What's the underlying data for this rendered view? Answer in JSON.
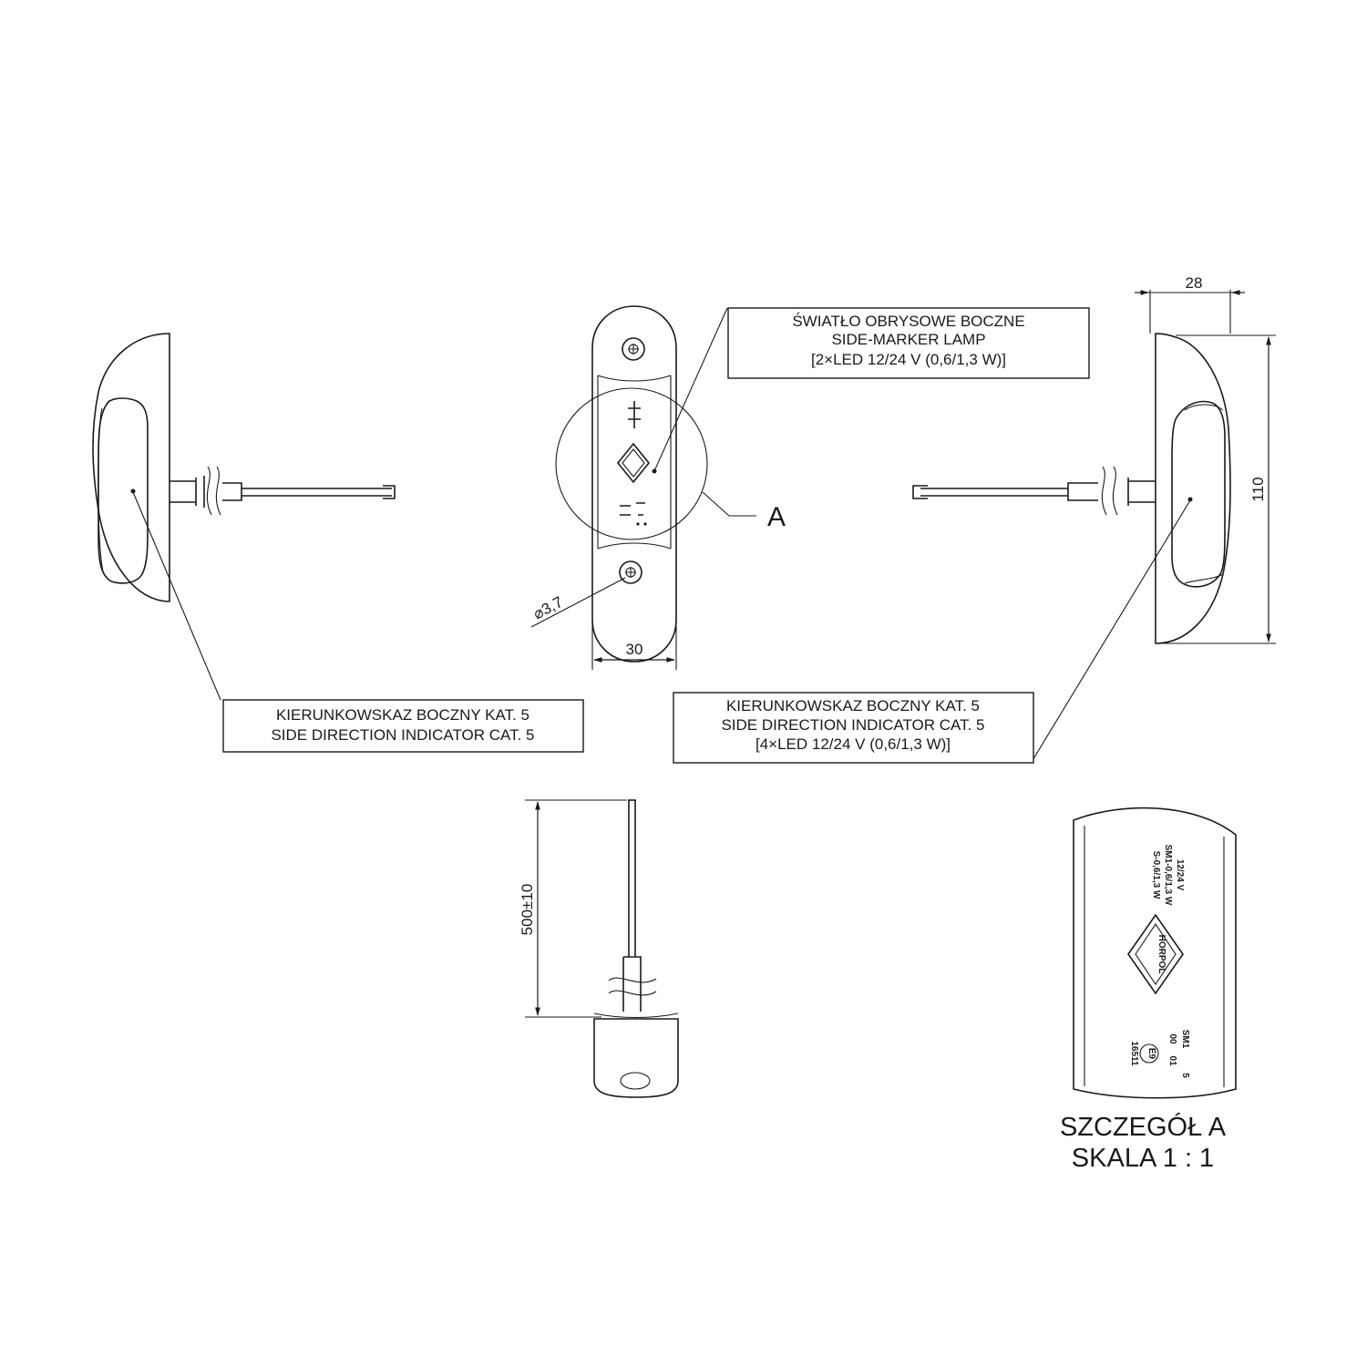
{
  "labels": {
    "marker_lamp": {
      "line1": "ŚWIATŁO OBRYSOWE BOCZNE",
      "line2": "SIDE-MARKER LAMP",
      "line3": "[2×LED 12/24 V (0,6/1,3 W)]"
    },
    "indicator_left": {
      "line1": "KIERUNKOWSKAZ BOCZNY KAT. 5",
      "line2": "SIDE DIRECTION INDICATOR CAT. 5"
    },
    "indicator_right": {
      "line1": "KIERUNKOWSKAZ BOCZNY KAT. 5",
      "line2": "SIDE DIRECTION INDICATOR CAT. 5",
      "line3": "[4×LED 12/24 V (0,6/1,3 W)]"
    },
    "detail_marker": "A",
    "detail_title": "SZCZEGÓŁ A",
    "detail_scale": "SKALA 1 : 1"
  },
  "dimensions": {
    "width": "30",
    "depth": "28",
    "height": "110",
    "hole": "⌀3,7",
    "cable_length": "500±10"
  },
  "detail_markings": {
    "voltage": "12/24 V",
    "rating1": "SM1-0,6/1,3 W",
    "rating2": "S-0,6/1,3 W",
    "brand": "HORPOL",
    "code1": "SM1",
    "code2": "5",
    "code3": "00",
    "code4": "01",
    "approval": "E9",
    "number": "16511"
  }
}
